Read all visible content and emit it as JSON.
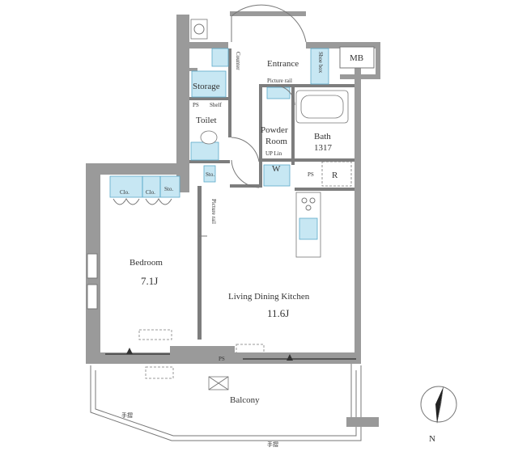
{
  "rooms": {
    "entrance": "Entrance",
    "mb": "MB",
    "storage": "Storage",
    "ps_left": "PS",
    "shelf": "Shelf",
    "toilet": "Toilet",
    "powder_room_line1": "Powder",
    "powder_room_line2": "Room",
    "bath": "Bath",
    "bath_size": "1317",
    "w": "W",
    "ps_right": "PS",
    "r": "R",
    "sto_toilet": "Sto.",
    "clo1": "Clo.",
    "clo2": "Clo.",
    "sto_bedroom": "Sto.",
    "bedroom": "Bedroom",
    "bedroom_size": "7.1J",
    "ldk": "Living Dining Kitchen",
    "ldk_size": "11.6J",
    "balcony": "Balcony",
    "picture_rail_entrance": "Picture rail",
    "picture_rail_bedroom": "Picture rail",
    "counter": "Counter",
    "shoe_box": "Shoe box",
    "up_lin": "UP Lin",
    "ps_bottom": "PS",
    "handrail_left": "手摺",
    "handrail_bottom": "手摺"
  },
  "compass": {
    "label": "N"
  },
  "colors": {
    "fixture": "#c7e7f3",
    "wall": "#9a9a9a"
  }
}
